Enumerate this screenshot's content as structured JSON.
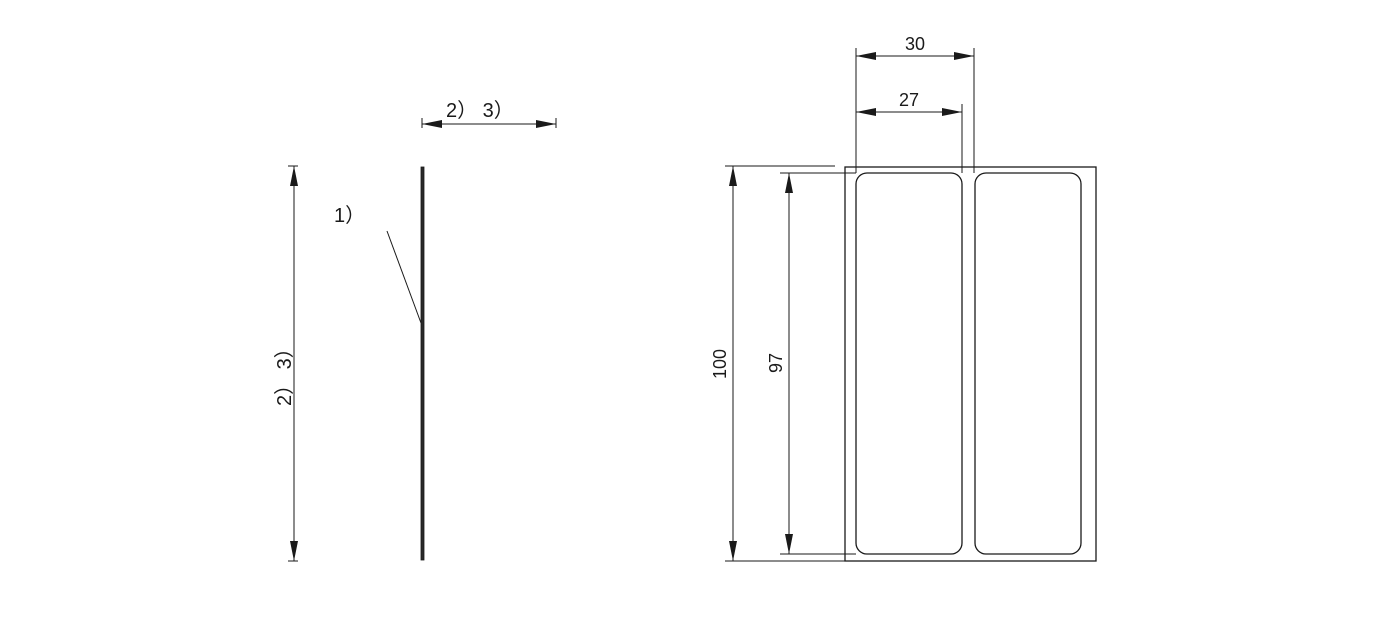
{
  "side_view": {
    "label_part": "1）",
    "width_note": "2） 3）",
    "height_note": "2） 3）"
  },
  "front_view": {
    "dim_overall_width": "30",
    "dim_window_width": "27",
    "dim_overall_height": "100",
    "dim_window_height": "97"
  }
}
